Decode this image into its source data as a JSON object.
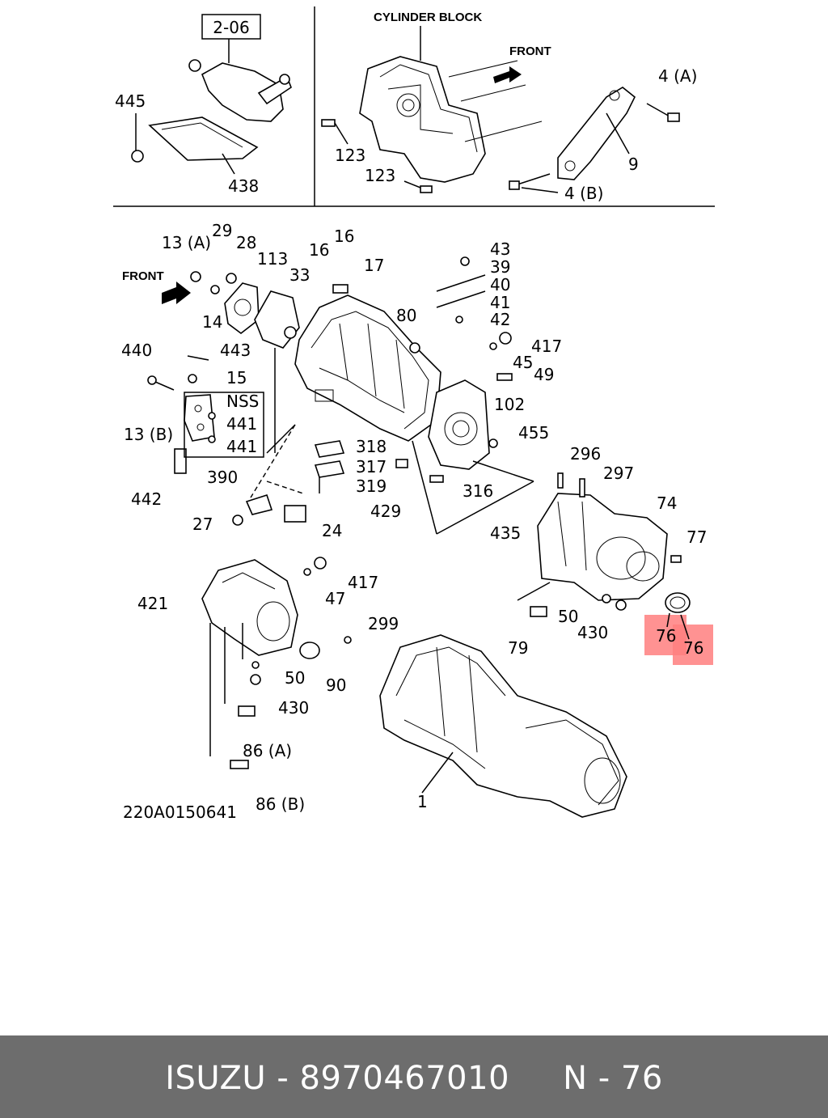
{
  "diagram": {
    "ref_box": "2-06",
    "texts": {
      "cylinder_block": "CYLINDER BLOCK",
      "front_top": "FRONT",
      "front_left": "FRONT",
      "drawing_code": "220A0150641"
    },
    "callouts": {
      "c445": "445",
      "c438": "438",
      "c123a": "123",
      "c123b": "123",
      "c4a": "4 (A)",
      "c9": "9",
      "c4b": "4 (B)",
      "c13a": "13 (A)",
      "c29": "29",
      "c28": "28",
      "c113": "113",
      "c16a": "16",
      "c16b": "16",
      "c33": "33",
      "c17": "17",
      "c14": "14",
      "c80": "80",
      "c43": "43",
      "c39": "39",
      "c40": "40",
      "c41": "41",
      "c42": "42",
      "c417a": "417",
      "c45": "45",
      "c49": "49",
      "c102": "102",
      "c455": "455",
      "c440": "440",
      "c443": "443",
      "c15": "15",
      "cnss": "NSS",
      "c441a": "441",
      "c441b": "441",
      "c13b": "13 (B)",
      "c442": "442",
      "c318": "318",
      "c317": "317",
      "c319": "319",
      "c316": "316",
      "c429": "429",
      "c435": "435",
      "c390": "390",
      "c27": "27",
      "c24": "24",
      "c296": "296",
      "c297": "297",
      "c74": "74",
      "c77": "77",
      "c50a": "50",
      "c430a": "430",
      "c79": "79",
      "c76a": "76",
      "c76b": "76",
      "c421": "421",
      "c417b": "417",
      "c47": "47",
      "c299": "299",
      "c50b": "50",
      "c90": "90",
      "c430b": "430",
      "c86a": "86 (A)",
      "c86b": "86 (B)",
      "c1": "1"
    },
    "highlight_color": "#ff7f7f"
  },
  "footer": {
    "text": "ISUZU - 8970467010     N - 76",
    "background": "#6d6d6d",
    "color": "#ffffff"
  }
}
